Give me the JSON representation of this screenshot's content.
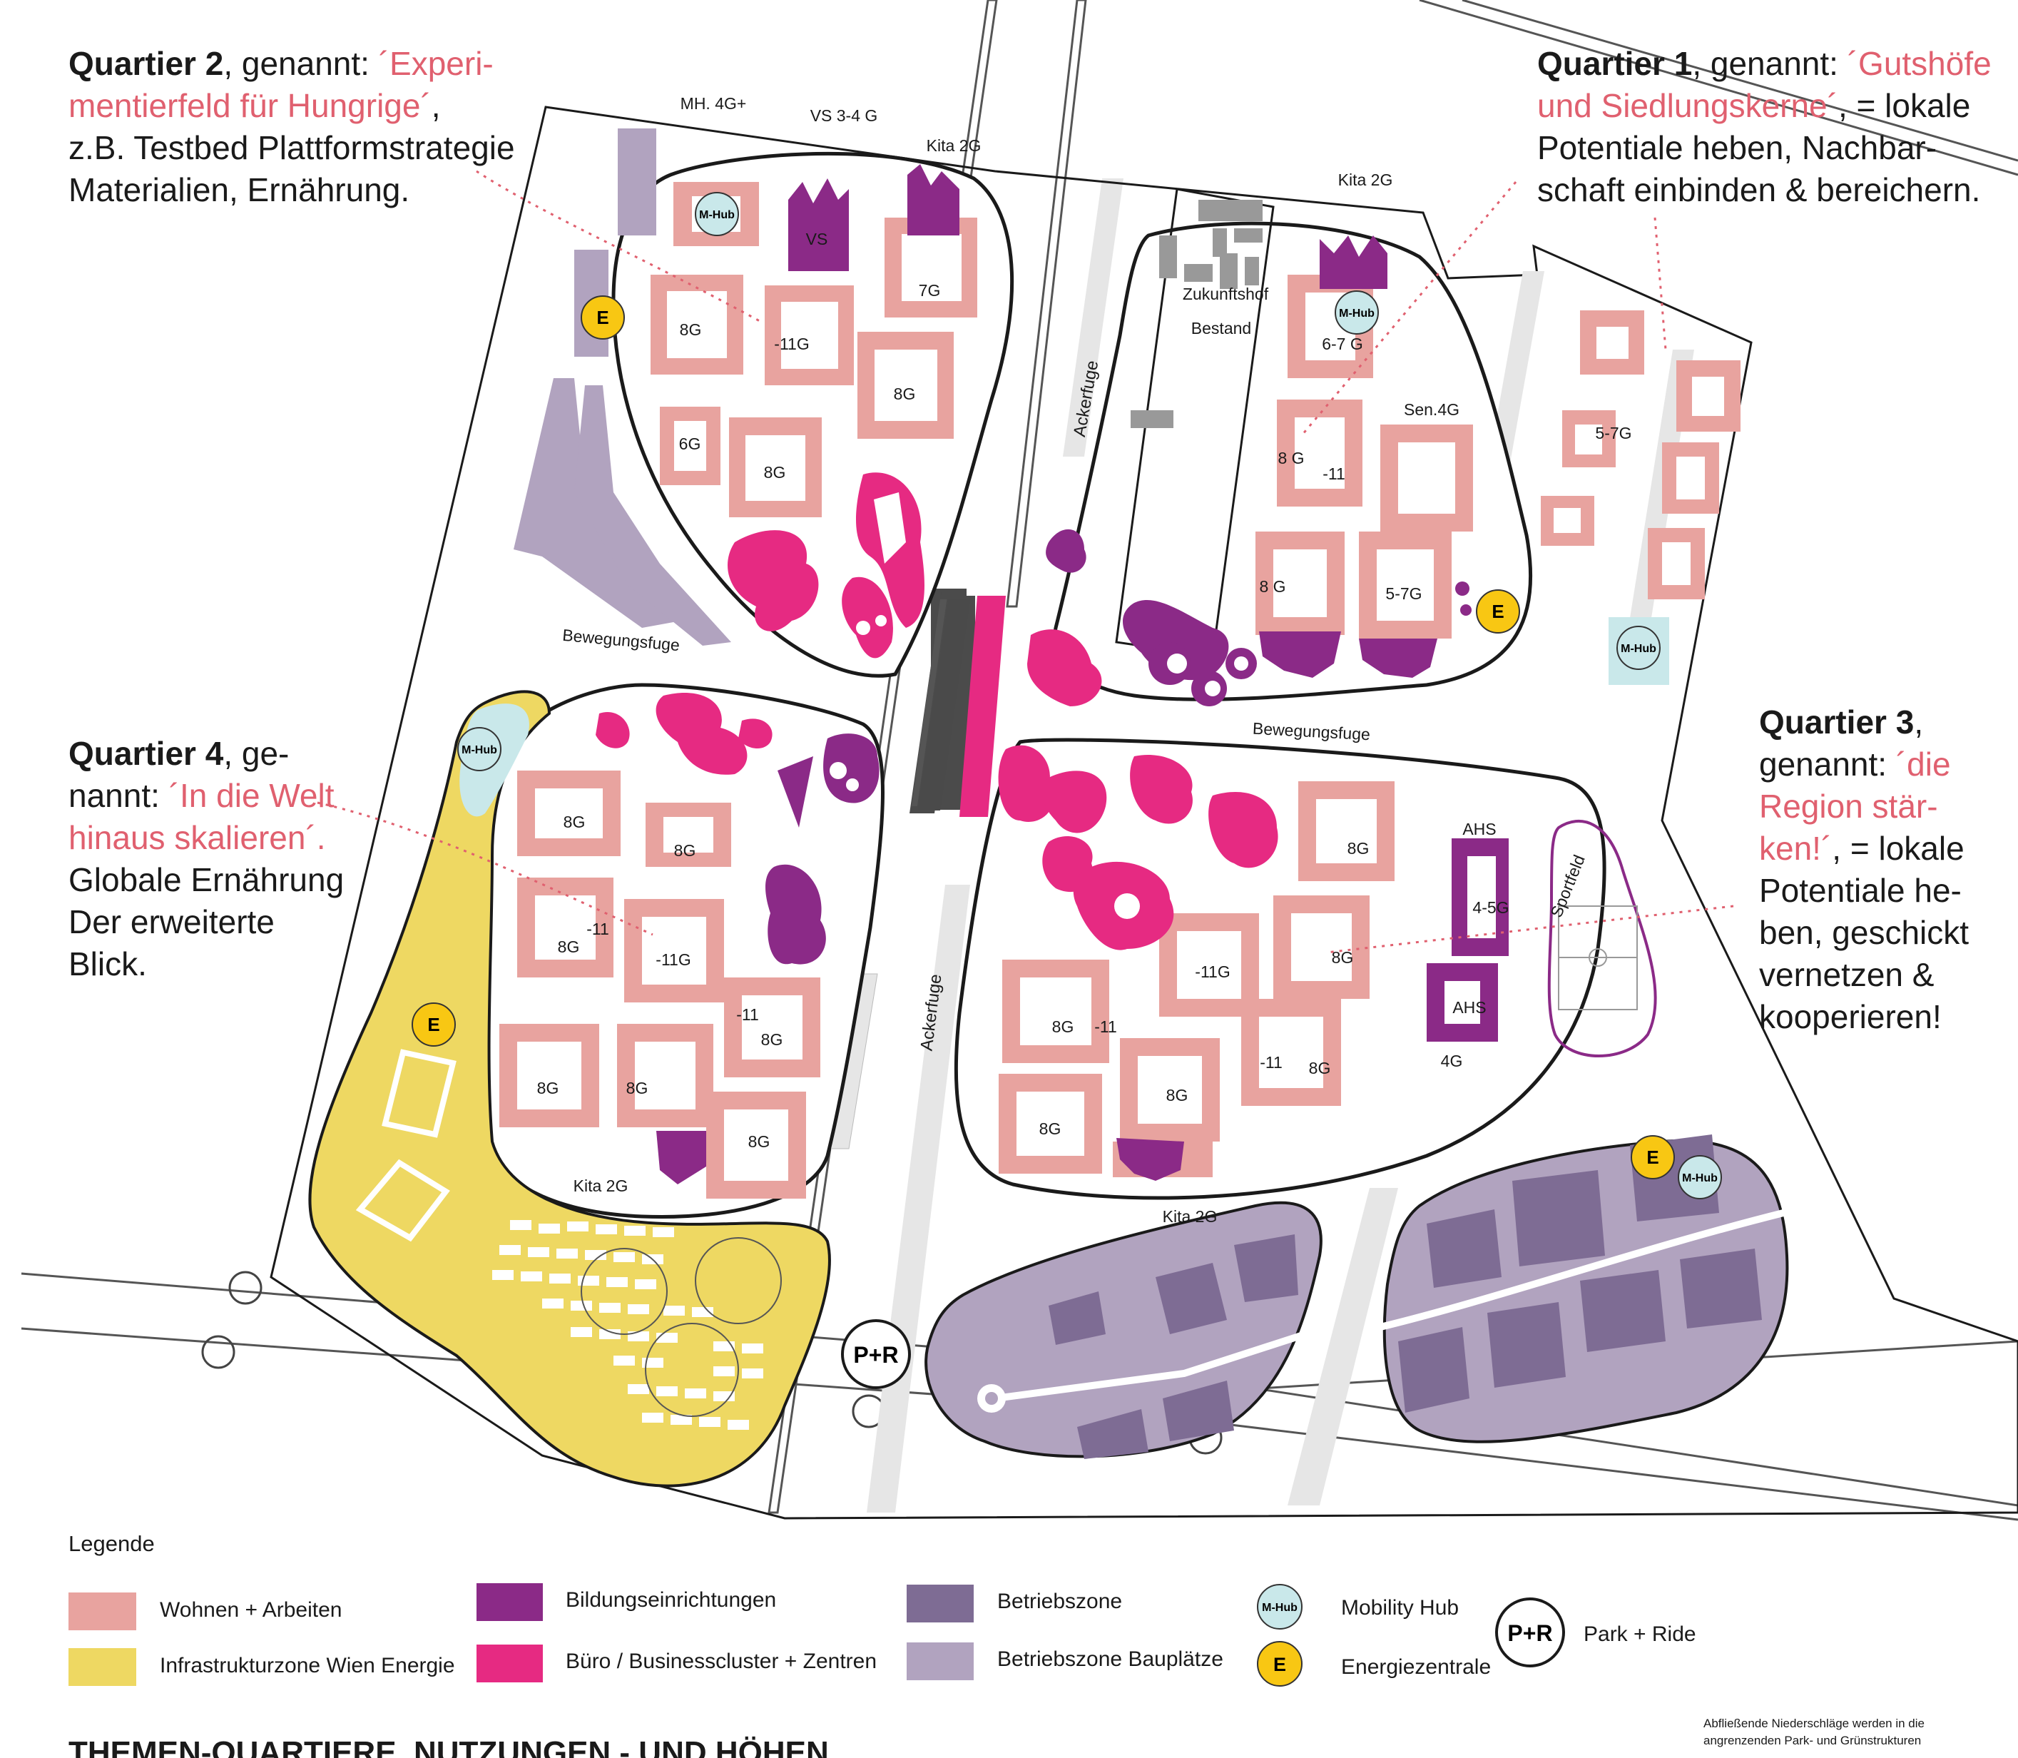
{
  "colors": {
    "wohnen": "#e8a39f",
    "infrastruktur": "#eed862",
    "bildung": "#8b2a87",
    "buero": "#e62a82",
    "betriebszone": "#7e6c94",
    "bauplaetze": "#b1a3bf",
    "mobility": "#c9e8ea",
    "energie": "#f8c713",
    "label_pink": "#e0606f",
    "road_grey": "#e6e6e6",
    "outline": "#1a1a1a"
  },
  "annotations": {
    "q2": {
      "bold": "Quartier 2",
      "text1": ", genannt: ",
      "pink1": "´Experi-",
      "pink2": "mentierfeld für Hungrige´",
      "text2": ",",
      "line3": "z.B. Testbed Plattformstrategie",
      "line4": "Materialien, Ernährung."
    },
    "q1": {
      "bold": "Quartier 1",
      "text1": ", genannt: ",
      "pink1": "´Gutshöfe",
      "pink2": "und Siedlungskerne´",
      "text2": ", = lokale",
      "line3": "Potentiale heben, Nachbar-",
      "line4": "schaft einbinden & bereichern."
    },
    "q4": {
      "bold": "Quartier 4",
      "text1": ", ge-",
      "line2": "nannt: ",
      "pink1": "´In die Welt",
      "pink2": "hinaus skalieren´.",
      "line4": "Globale Ernährung",
      "line5": "Der erweiterte",
      "line6": "Blick."
    },
    "q3": {
      "bold": "Quartier 3",
      "text1": ",",
      "line2": "genannt: ",
      "pink1": "´die",
      "pink2": "Region stär-",
      "pink3": "ken!´",
      "text3": ", = lokale",
      "line5": "Potentiale he-",
      "line6": "ben, geschickt",
      "line7": "vernetzen &",
      "line8": "kooperieren!"
    }
  },
  "map_labels": {
    "mh": "MH. 4G+",
    "vs34": "VS 3-4 G",
    "kita_a": "Kita 2G",
    "kita_b": "Kita 2G",
    "kita_c": "Kita 2G",
    "kita_d": "Kita 2G",
    "vs": "VS",
    "zukunftshof1": "Zukunftshof",
    "zukunftshof2": "Bestand",
    "ackerfuge_top": "Ackerfuge",
    "ackerfuge_bottom": "Ackerfuge",
    "bewegungsfuge_left": "Bewegungsfuge",
    "bewegungsfuge_right": "Bewegungsfuge",
    "sen": "Sen.4G",
    "ahs_top": "AHS",
    "ahs_mid": "AHS",
    "g4": "4G",
    "g45": "4-5G",
    "sportfeld": "Sportfeld",
    "q1_57g": "5-7G",
    "q1_57g_b": "5-7G",
    "g67": "6-7 G",
    "g7": "7G",
    "g8": "8G",
    "g11": "-11G",
    "g6": "6G",
    "g8s": "8 G",
    "m11": "-11",
    "mhub": "M-Hub",
    "e": "E",
    "pr": "P+R"
  },
  "legend": {
    "title": "Legende",
    "items": [
      {
        "label": "Wohnen + Arbeiten",
        "color_key": "wohnen"
      },
      {
        "label": "Infrastrukturzone Wien Energie",
        "color_key": "infrastruktur"
      },
      {
        "label": "Bildungseinrichtungen",
        "color_key": "bildung"
      },
      {
        "label": "Büro / Businesscluster + Zentren",
        "color_key": "buero"
      },
      {
        "label": "Betriebszone",
        "color_key": "betriebszone"
      },
      {
        "label": "Betriebszone Bauplätze",
        "color_key": "bauplaetze"
      },
      {
        "label": "Mobility Hub",
        "icon": "M-Hub"
      },
      {
        "label": "Energiezentrale",
        "icon": "E"
      },
      {
        "label": "Park + Ride",
        "icon": "P+R"
      }
    ]
  },
  "footer": {
    "title": "THEMEN-QUARTIERE, NUTZUNGEN - UND HÖHEN",
    "note": "Abfließende Niederschläge werden in die angrenzenden Park- und Grünstrukturen"
  }
}
